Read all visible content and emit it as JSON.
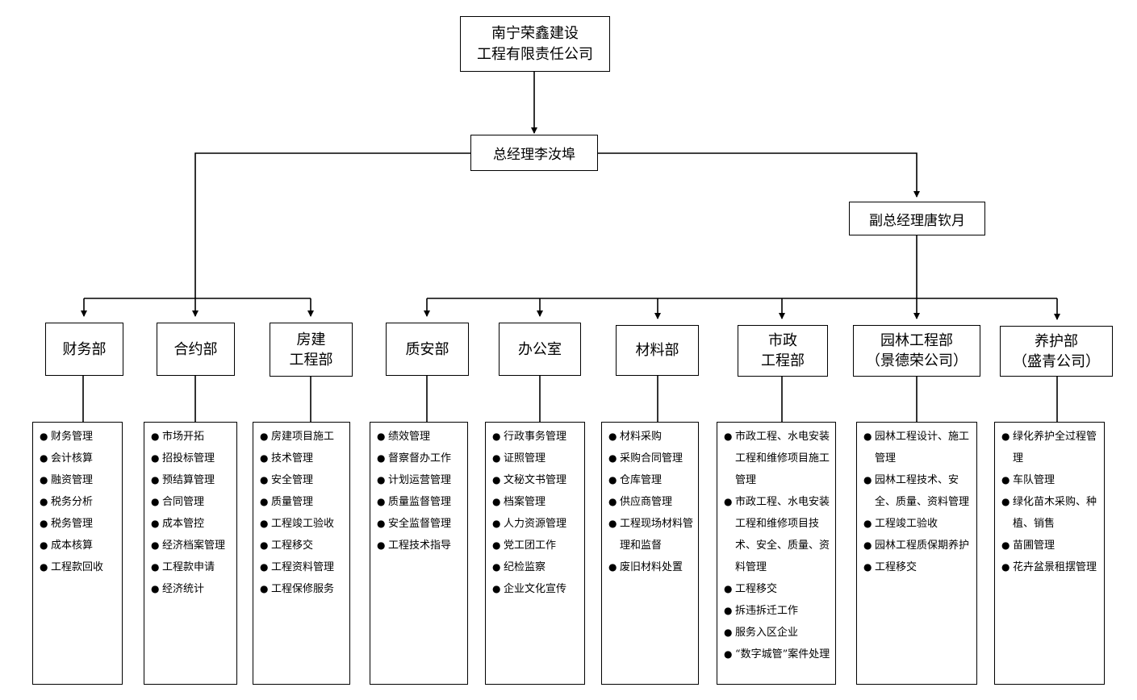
{
  "company": {
    "line1": "南宁荣鑫建设",
    "line2": "工程有限责任公司"
  },
  "general_manager": "总经理李汝埠",
  "deputy_manager": "副总经理唐钦月",
  "departments": [
    {
      "name_lines": [
        "财务部"
      ],
      "duties": [
        "财务管理",
        "会计核算",
        "融资管理",
        "税务分析",
        "税务管理",
        "成本核算",
        "工程款回收"
      ]
    },
    {
      "name_lines": [
        "合约部"
      ],
      "duties": [
        "市场开拓",
        "招投标管理",
        "预结算管理",
        "合同管理",
        "成本管控",
        "经济档案管理",
        "工程款申请",
        "经济统计"
      ]
    },
    {
      "name_lines": [
        "房建",
        "工程部"
      ],
      "duties": [
        "房建项目施工",
        "技术管理",
        "安全管理",
        "质量管理",
        "工程竣工验收",
        "工程移交",
        "工程资料管理",
        "工程保修服务"
      ]
    },
    {
      "name_lines": [
        "质安部"
      ],
      "duties": [
        "绩效管理",
        "督察督办工作",
        "计划运营管理",
        "质量监督管理",
        "安全监督管理",
        "工程技术指导"
      ]
    },
    {
      "name_lines": [
        "办公室"
      ],
      "duties": [
        "行政事务管理",
        "证照管理",
        "文秘文书管理",
        "档案管理",
        "人力资源管理",
        "党工团工作",
        "纪检监察",
        "企业文化宣传"
      ]
    },
    {
      "name_lines": [
        "材料部"
      ],
      "duties": [
        "材料采购",
        "采购合同管理",
        "仓库管理",
        "供应商管理",
        "工程现场材料管理和监督",
        "废旧材料处置"
      ]
    },
    {
      "name_lines": [
        "市政",
        "工程部"
      ],
      "duties": [
        "市政工程、水电安装工程和维修项目施工管理",
        "市政工程、水电安装工程和维修项目技术、安全、质量、资料管理",
        "工程移交",
        "拆违拆迁工作",
        "服务入区企业",
        "“数字城管”案件处理"
      ]
    },
    {
      "name_lines": [
        "园林工程部",
        "（景德荣公司）"
      ],
      "duties": [
        "园林工程设计、施工管理",
        "园林工程技术、安全、质量、资料管理",
        "工程竣工验收",
        "园林工程质保期养护",
        "工程移交"
      ]
    },
    {
      "name_lines": [
        "养护部",
        "（盛青公司）"
      ],
      "duties": [
        "绿化养护全过程管理",
        "车队管理",
        "绿化苗木采购、种植、销售",
        "苗圃管理",
        "花卉盆景租摆管理"
      ]
    }
  ]
}
